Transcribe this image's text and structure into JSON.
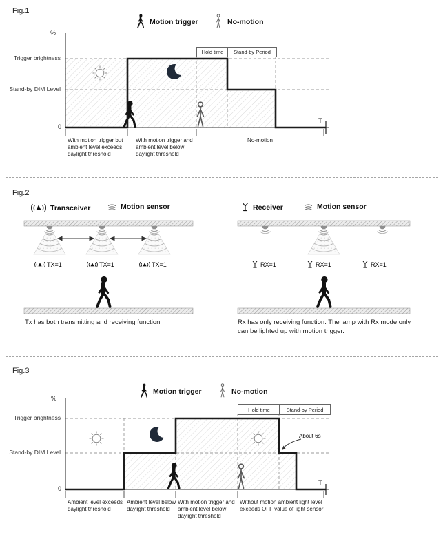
{
  "icons": {
    "motion_trigger": "walking-person-icon",
    "no_motion": "standing-person-outline-icon",
    "daylight": "sun-icon",
    "night": "moon-icon",
    "transceiver": "antenna-waves-icon",
    "motion_sensor": "ripple-waves-icon",
    "receiver": "antenna-icon"
  },
  "colors": {
    "waveform": "#1c1c1c",
    "dashed_guides": "#999999",
    "hatch": "#d9d9d9",
    "moon": "#202a38"
  },
  "figures": {
    "fig1": {
      "label": "Fig.1",
      "legend": {
        "motion": "Motion trigger",
        "no_motion": "No-motion"
      },
      "axis": {
        "unit": "%",
        "trigger": "Trigger brightness",
        "standby": "Stand-by DIM Level",
        "zero": "0",
        "t": "T"
      },
      "boxes": {
        "hold": "Hold time",
        "standby_period": "Stand-by Period"
      },
      "regions": {
        "r1": "With motion trigger but ambient level exceeds daylight threshold",
        "r2": "With motion trigger and ambient level below daylight threshold",
        "r3": "No-motion"
      }
    },
    "fig2": {
      "label": "Fig.2",
      "left": {
        "legend_device": "Transceiver",
        "legend_sensor": "Motion sensor",
        "tags": [
          "TX=1",
          "TX=1",
          "TX=1"
        ],
        "caption": "Tx has both transmitting and receiving function"
      },
      "right": {
        "legend_device": "Receiver",
        "legend_sensor": "Motion sensor",
        "tags": [
          "RX=1",
          "RX=1",
          "RX=1"
        ],
        "caption": "Rx has only receiving function. The lamp with Rx mode only can be lighted up with motion trigger."
      }
    },
    "fig3": {
      "label": "Fig.3",
      "legend": {
        "motion": "Motion trigger",
        "no_motion": "No-motion"
      },
      "axis": {
        "unit": "%",
        "trigger": "Trigger brightness",
        "standby": "Stand-by DIM Level",
        "zero": "0",
        "t": "T"
      },
      "boxes": {
        "hold": "Hold time",
        "standby_period": "Stand-by Period"
      },
      "annotation": "About 6s",
      "regions": {
        "r1": "Ambient level exceeds daylight threshold",
        "r2": "Ambient level below daylight threshold",
        "r3": "With motion trigger and ambient level below daylight threshold",
        "r4": "Without motion ambient light level exceeds OFF value of light sensor"
      }
    }
  }
}
